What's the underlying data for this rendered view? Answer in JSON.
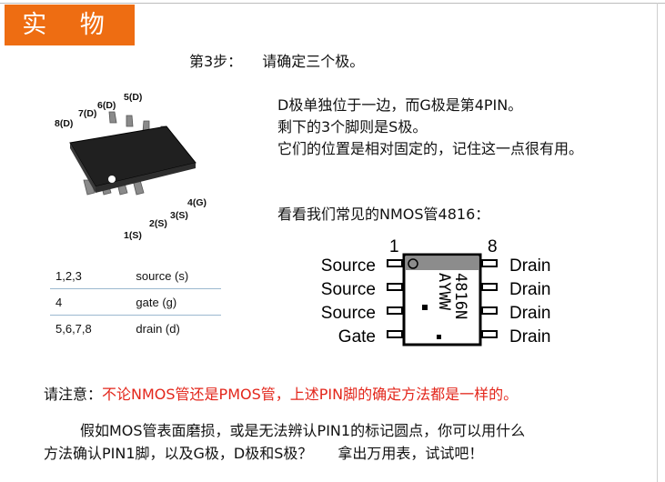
{
  "header": {
    "title": "实 物"
  },
  "step": {
    "label": "第3步：",
    "text": "请确定三个极。"
  },
  "description": {
    "line1": "D极单独位于一边，而G极是第4PIN。",
    "line2": "剩下的3个脚则是S极。",
    "line3": "它们的位置是相对固定的，记住这一点很有用。"
  },
  "nmos_intro": "看看我们常见的NMOS管4816：",
  "package_pins": {
    "p1": "1(S)",
    "p2": "2(S)",
    "p3": "3(S)",
    "p4": "4(G)",
    "p5": "5(D)",
    "p6": "6(D)",
    "p7": "7(D)",
    "p8": "8(D)"
  },
  "pin_table": [
    {
      "pins": "1,2,3",
      "name": "source (s)"
    },
    {
      "pins": "4",
      "name": "gate (g)"
    },
    {
      "pins": "5,6,7,8",
      "name": "drain (d)"
    }
  ],
  "diagram": {
    "pin1": "1",
    "pin8": "8",
    "left": [
      "Source",
      "Source",
      "Source",
      "Gate"
    ],
    "right": [
      "Drain",
      "Drain",
      "Drain",
      "Drain"
    ],
    "marking_line1": "4816N",
    "marking_line2": "AYWW"
  },
  "note": {
    "prefix": "请注意：",
    "text": "不论NMOS管还是PMOS管，上述PIN脚的确定方法都是一样的。"
  },
  "question": {
    "line1": "假如MOS管表面磨损，或是无法辨认PIN1的标记圆点，你可以用什么",
    "line2": "方法确认PIN1脚，以及G极，D极和S极？",
    "line3": "拿出万用表，试试吧！"
  }
}
